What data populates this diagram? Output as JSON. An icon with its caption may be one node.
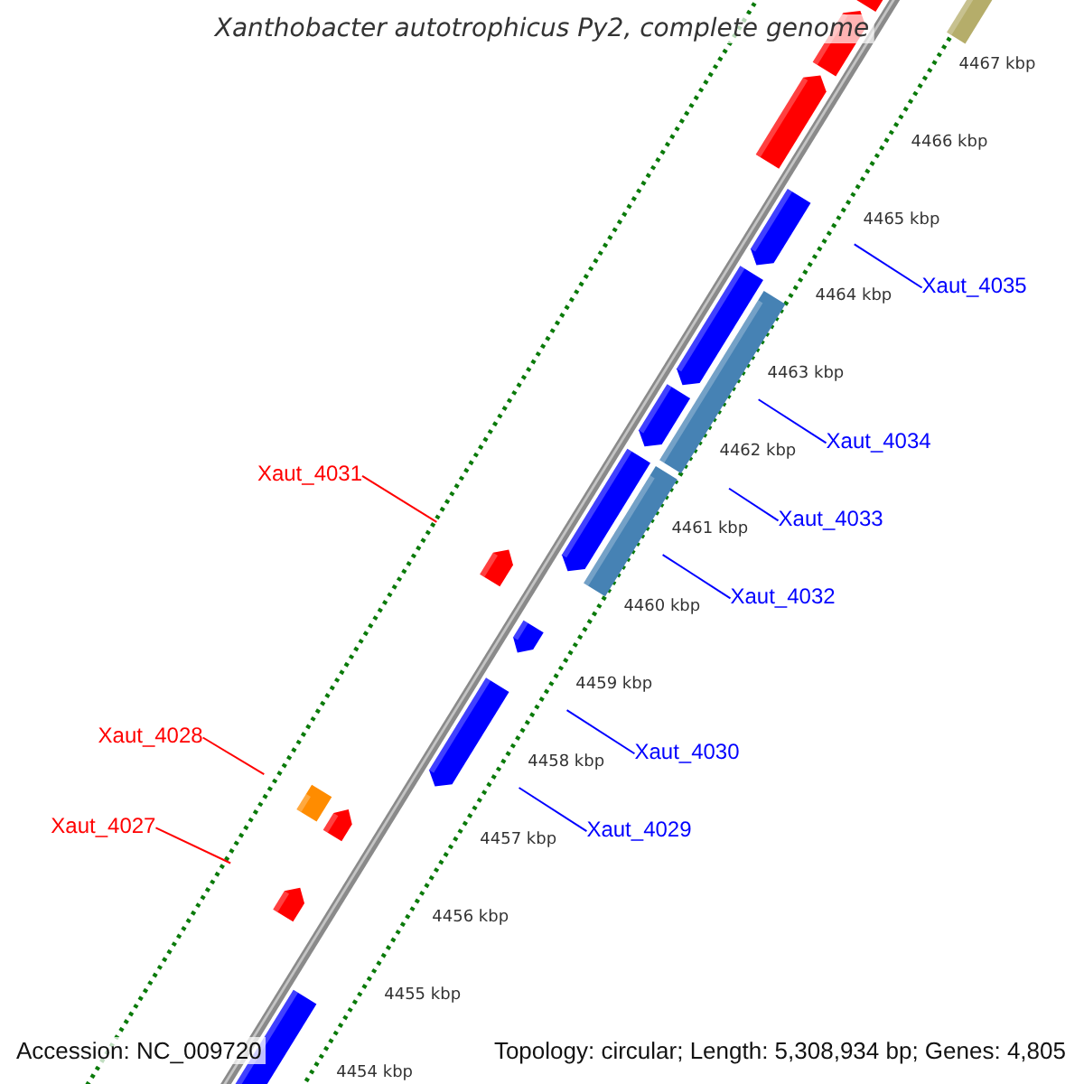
{
  "diagram": {
    "title": "Xanthobacter autotrophicus Py2, complete genome",
    "nodes": [
      {
        "text": [
          "Xaut_4035"
        ]
      },
      {
        "text": [
          "Xaut_4034"
        ]
      },
      {
        "text": [
          "Xaut_4031"
        ]
      },
      {
        "text": [
          "Xaut_4033"
        ]
      },
      {
        "text": [
          "Xaut_4032"
        ]
      },
      {
        "text": [
          "Xaut_4030"
        ]
      },
      {
        "text": [
          "Xaut_4028"
        ]
      },
      {
        "text": [
          "Xaut_4029"
        ]
      },
      {
        "text": [
          "Xaut_4027"
        ]
      }
    ],
    "edges": [
      {
        "from": 0,
        "to": null,
        "arrow": "none"
      },
      {
        "from": 1,
        "to": null,
        "arrow": "none"
      },
      {
        "from": 2,
        "to": null,
        "arrow": "none",
        "color": "#ff0000"
      },
      {
        "from": 3,
        "to": null,
        "arrow": "none"
      },
      {
        "from": 4,
        "to": null,
        "arrow": "none"
      },
      {
        "from": 5,
        "to": null,
        "arrow": "none"
      },
      {
        "from": 6,
        "to": null,
        "arrow": "none",
        "color": "#ff0000"
      },
      {
        "from": 7,
        "to": null,
        "arrow": "none"
      },
      {
        "from": 8,
        "to": null,
        "arrow": "none",
        "color": "#ff0000"
      }
    ],
    "labels": [
      "4467 kbp",
      "4466 kbp",
      "4465 kbp",
      "4464 kbp",
      "4463 kbp",
      "4462 kbp",
      "4461 kbp",
      "4460 kbp",
      "4459 kbp",
      "4458 kbp",
      "4457 kbp",
      "4456 kbp",
      "4455 kbp",
      "4454 kbp",
      "Accession: NC_009720",
      "Topology: circular; Length: 5,308,934 bp; Genes: 4,805"
    ]
  }
}
